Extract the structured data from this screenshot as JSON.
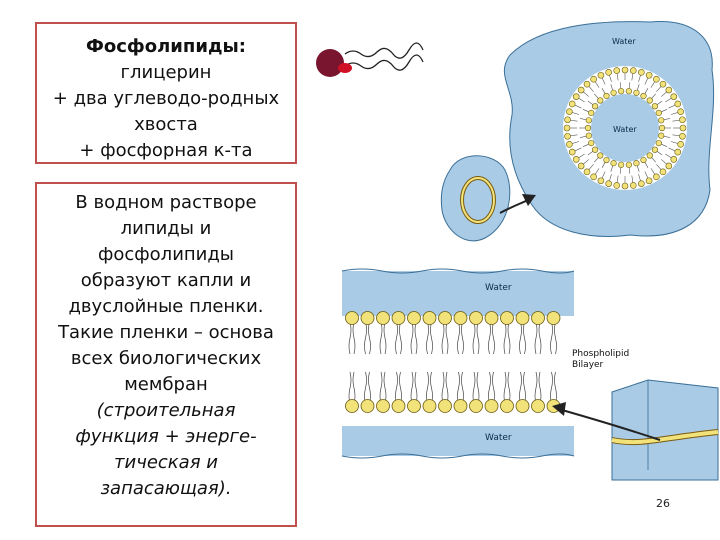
{
  "box1": {
    "title": "Фосфолипиды:",
    "lines": [
      "глицерин",
      "+ два углеводо-родных",
      "хвоста",
      "+ фосфорная к-та"
    ]
  },
  "box2": {
    "lines": [
      "В водном растворе",
      "липиды и",
      "фосфолипиды",
      "образуют капли и",
      "двуслойные пленки.",
      "Такие пленки – основа",
      "всех биологических",
      "мембран"
    ],
    "italic_lines": [
      "(строительная",
      "функция + энерге-",
      "тическая и",
      "запасающая)."
    ]
  },
  "diagram": {
    "label_water_top": "Water",
    "label_water_inner": "Water",
    "label_bilayer_water_top": "Water",
    "label_bilayer_water_bottom": "Water",
    "label_bilayer": [
      "Phospholipid",
      "Bilayer"
    ]
  },
  "slide_number": "26",
  "colors": {
    "border": "#c0504d",
    "water": "#a9cbe6",
    "head": "#f2e27a",
    "molecule_head": "#7a1530"
  }
}
